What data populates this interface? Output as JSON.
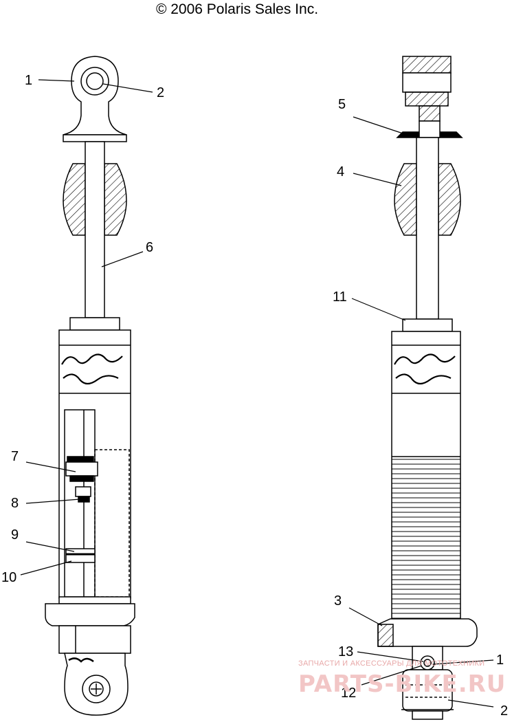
{
  "copyright": "© 2006 Polaris Sales Inc.",
  "callouts": [
    {
      "label": "1"
    },
    {
      "label": "2"
    },
    {
      "label": "6"
    },
    {
      "label": "7"
    },
    {
      "label": "8"
    },
    {
      "label": "9"
    },
    {
      "label": "10"
    },
    {
      "label": "5"
    },
    {
      "label": "4"
    },
    {
      "label": "11"
    },
    {
      "label": "3"
    },
    {
      "label": "13"
    },
    {
      "label": "1"
    },
    {
      "label": "12"
    },
    {
      "label": "2"
    }
  ],
  "watermark": {
    "top": "ЗАПЧАСТИ И АКСЕССУАРЫ ДЛЯ МОТОТЕХНИКИ",
    "main": "PARTS-BIKE.RU"
  },
  "colors": {
    "line": "#000000",
    "watermark": "#f2c6c6"
  }
}
